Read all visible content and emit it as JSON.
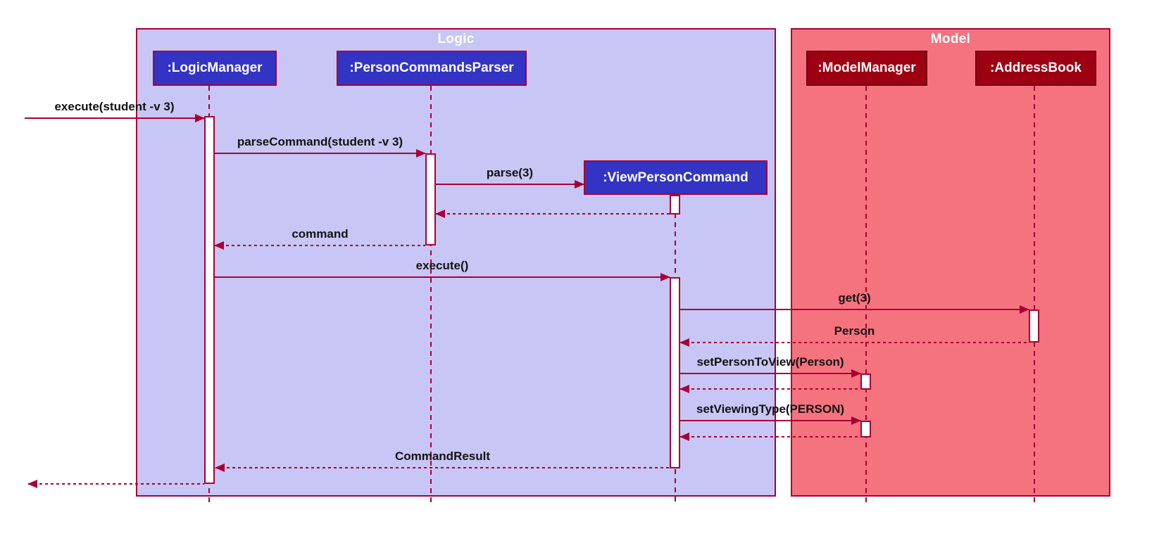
{
  "diagram": {
    "kind": "uml-sequence-diagram",
    "frames": {
      "logic": {
        "title": "Logic",
        "fill": "#C8C6F4",
        "border": "#A80036"
      },
      "model": {
        "title": "Model",
        "fill": "#F4737E",
        "border": "#A80036"
      }
    },
    "participants": {
      "logic_manager": {
        "label": ":LogicManager",
        "frame": "Logic",
        "fill": "#3333C4",
        "text_color": "#FFFFFF"
      },
      "person_commands_parser": {
        "label": ":PersonCommandsParser",
        "frame": "Logic",
        "fill": "#3333C4",
        "text_color": "#FFFFFF"
      },
      "view_person_command": {
        "label": ":ViewPersonCommand",
        "frame": "Logic",
        "fill": "#3333C4",
        "text_color": "#FFFFFF",
        "created_during": "parse(3)"
      },
      "model_manager": {
        "label": ":ModelManager",
        "frame": "Model",
        "fill": "#9D0012",
        "text_color": "#FFFFFF"
      },
      "address_book": {
        "label": ":AddressBook",
        "frame": "Model",
        "fill": "#9D0012",
        "text_color": "#FFFFFF"
      }
    },
    "messages": {
      "execute_in": {
        "label": "execute(student -v 3)",
        "from": "caller",
        "to": ":LogicManager",
        "style": "solid"
      },
      "parse_command": {
        "label": "parseCommand(student -v 3)",
        "from": ":LogicManager",
        "to": ":PersonCommandsParser",
        "style": "solid"
      },
      "parse": {
        "label": "parse(3)",
        "from": ":PersonCommandsParser",
        "to": ":ViewPersonCommand",
        "style": "solid-create"
      },
      "create_return": {
        "label": "",
        "from": ":ViewPersonCommand",
        "to": ":PersonCommandsParser",
        "style": "dashed-return"
      },
      "command_return": {
        "label": "command",
        "from": ":PersonCommandsParser",
        "to": ":LogicManager",
        "style": "dashed-return"
      },
      "execute_cmd": {
        "label": "execute()",
        "from": ":LogicManager",
        "to": ":ViewPersonCommand",
        "style": "solid"
      },
      "get": {
        "label": "get(3)",
        "from": ":ViewPersonCommand",
        "to": ":AddressBook",
        "style": "solid"
      },
      "person_return": {
        "label": "Person",
        "from": ":AddressBook",
        "to": ":ViewPersonCommand",
        "style": "dashed-return"
      },
      "set_person_to_view": {
        "label": "setPersonToView(Person)",
        "from": ":ViewPersonCommand",
        "to": ":ModelManager",
        "style": "solid"
      },
      "set_person_return": {
        "label": "",
        "from": ":ModelManager",
        "to": ":ViewPersonCommand",
        "style": "dashed-return"
      },
      "set_viewing_type": {
        "label": "setViewingType(PERSON)",
        "from": ":ViewPersonCommand",
        "to": ":ModelManager",
        "style": "solid"
      },
      "set_viewing_return": {
        "label": "",
        "from": ":ModelManager",
        "to": ":ViewPersonCommand",
        "style": "dashed-return"
      },
      "command_result_return": {
        "label": "CommandResult",
        "from": ":ViewPersonCommand",
        "to": ":LogicManager",
        "style": "dashed-return"
      },
      "final_return": {
        "label": "",
        "from": ":LogicManager",
        "to": "caller",
        "style": "dashed-return"
      }
    },
    "colors": {
      "arrow": "#A80036",
      "message_text": "#121212",
      "activation_fill": "#FFFFFF"
    }
  }
}
